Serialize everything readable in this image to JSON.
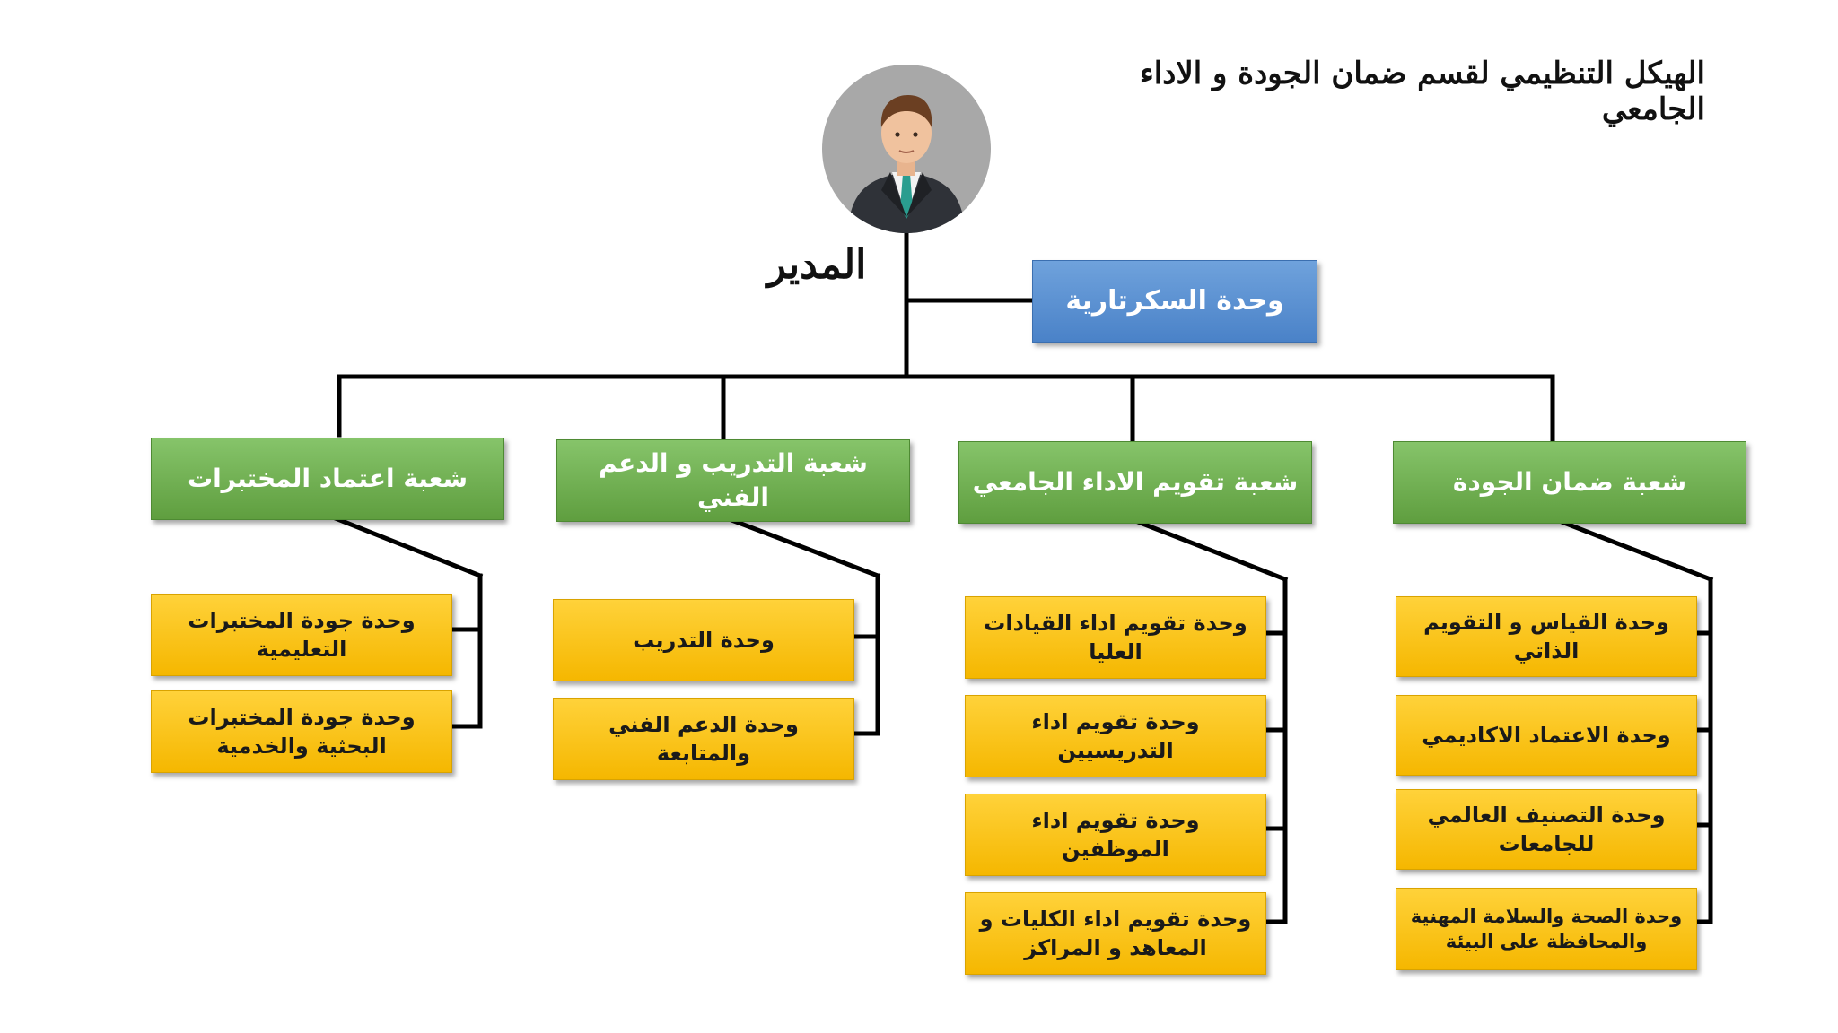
{
  "title": "الهيكل التنظيمي لقسم ضمان الجودة و الاداء الجامعي",
  "director": "المدير",
  "secretariat": "وحدة السكرتارية",
  "divisions": [
    {
      "name": "شعبة ضمان الجودة",
      "units": [
        "وحدة القياس و التقويم الذاتي",
        "وحدة الاعتماد الاكاديمي",
        "وحدة التصنيف العالمي للجامعات",
        "وحدة الصحة والسلامة المهنية والمحافظة على البيئة"
      ]
    },
    {
      "name": "شعبة تقويم الاداء الجامعي",
      "units": [
        "وحدة تقويم اداء القيادات العليا",
        "وحدة تقويم اداء التدريسيين",
        "وحدة تقويم اداء الموظفين",
        "وحدة تقويم اداء الكليات و المعاهد و المراكز"
      ]
    },
    {
      "name": "شعبة التدريب و الدعم الفني",
      "units": [
        "وحدة التدريب",
        "وحدة الدعم الفني والمتابعة"
      ]
    },
    {
      "name": "شعبة اعتماد المختبرات",
      "units": [
        "وحدة جودة المختبرات التعليمية",
        "وحدة جودة المختبرات البحثية والخدمية"
      ]
    }
  ],
  "colors": {
    "director_box": "#4a82c8",
    "division_box": "#6aa84f",
    "unit_box": "#f5b700",
    "connector": "#000000"
  },
  "icons": {
    "director": "businessman-avatar-icon"
  }
}
